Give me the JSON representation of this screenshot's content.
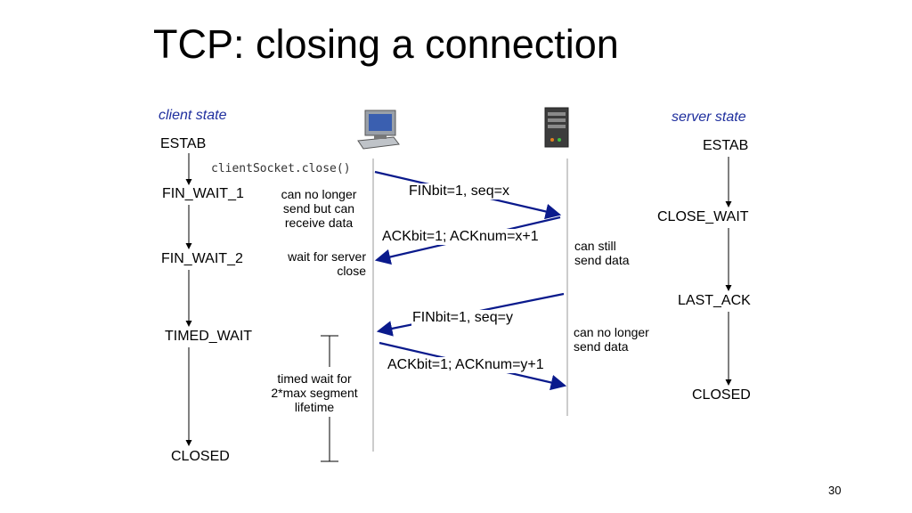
{
  "title": "TCP: closing a connection",
  "client": {
    "heading": "client state",
    "states": [
      "ESTAB",
      "FIN_WAIT_1",
      "FIN_WAIT_2",
      "TIMED_WAIT",
      "CLOSED"
    ]
  },
  "server": {
    "heading": "server state",
    "states": [
      "ESTAB",
      "CLOSE_WAIT",
      "LAST_ACK",
      "CLOSED"
    ]
  },
  "code_call": "clientSocket.close()",
  "messages": {
    "fin1": "FINbit=1, seq=x",
    "ack1": "ACKbit=1; ACKnum=x+1",
    "fin2": "FINbit=1, seq=y",
    "ack2": "ACKbit=1; ACKnum=y+1"
  },
  "notes": {
    "client_no_send": "can no longer send but can receive data",
    "client_wait": "wait for server close",
    "client_timed_wait": "timed wait for 2*max segment lifetime",
    "server_can_send": "can still send data",
    "server_no_send": "can no longer send data"
  },
  "icons": [
    "client-computer-icon",
    "server-tower-icon"
  ],
  "colors": {
    "heading": "#1f2f9e",
    "arrow": "#0a1a8c"
  },
  "page_number": "30"
}
